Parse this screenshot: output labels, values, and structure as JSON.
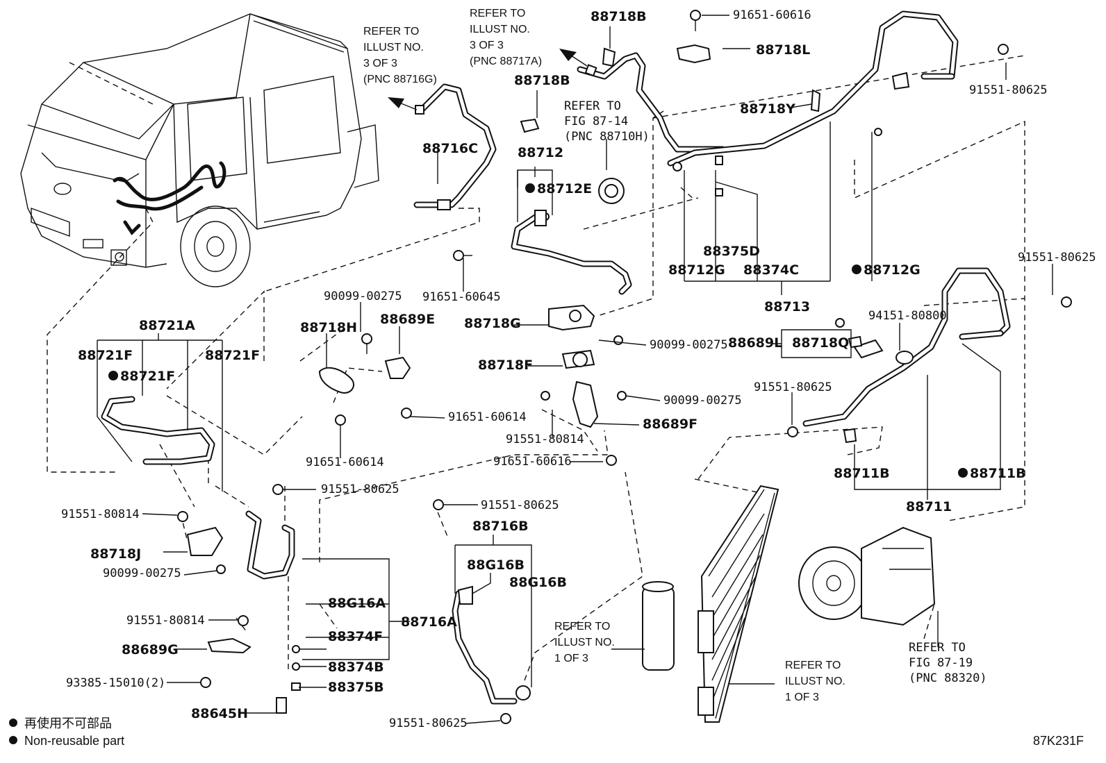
{
  "diagram_code": "87K231F",
  "legend": {
    "jp": "再使用不可部品",
    "en": "Non-reusable part"
  },
  "refs": {
    "r1": [
      "REFER TO",
      "ILLUST NO.",
      "3 OF 3",
      "(PNC 88716G)"
    ],
    "r2": [
      "REFER TO",
      "ILLUST NO.",
      "3 OF 3",
      "(PNC 88717A)"
    ],
    "r3": [
      "REFER TO",
      "FIG 87-14",
      "(PNC 88710H)"
    ],
    "r4": [
      "REFER TO",
      "ILLUST NO.",
      "1 OF 3"
    ],
    "r5": [
      "REFER TO",
      "ILLUST NO.",
      "1 OF 3"
    ],
    "r6": [
      "REFER TO",
      "FIG 87-19",
      "(PNC 88320)"
    ]
  },
  "parts": {
    "p88718B_1": "88718B",
    "p91651_60616_a": "91651-60616",
    "p88718L": "88718L",
    "p91551_80625_a": "91551-80625",
    "p88718Y": "88718Y",
    "p88718B_2": "88718B",
    "p88716C": "88716C",
    "p88712": "88712",
    "p88712E": "88712E",
    "p88375D": "88375D",
    "p88712G_a": "88712G",
    "p88374C": "88374C",
    "p88712G_b": "88712G",
    "p88713": "88713",
    "p91651_60645": "91651-60645",
    "p88721A": "88721A",
    "p88721F_a": "88721F",
    "p88721F_b": "88721F",
    "p88721F_c": "88721F",
    "p90099_00275_a": "90099-00275",
    "p88718H": "88718H",
    "p88689E": "88689E",
    "p88718G": "88718G",
    "p90099_00275_b": "90099-00275",
    "p94151_80800": "94151-80800",
    "p91551_80625_b": "91551-80625",
    "p88689L": "88689L",
    "p88718Q": "88718Q",
    "p88718F": "88718F",
    "p90099_00275_c": "90099-00275",
    "p91651_60614_a": "91651-60614",
    "p88689F": "88689F",
    "p91551_80814_a": "91551-80814",
    "p91651_60614_b": "91651-60614",
    "p91651_60616_b": "91651-60616",
    "p91551_80625_c": "91551-80625",
    "p88711B_a": "88711B",
    "p88711B_b": "88711B",
    "p88711": "88711",
    "p91551_80625_d": "91551-80625",
    "p91551_80625_e": "91551-80625",
    "p91551_80814_b": "91551-80814",
    "p88716B": "88716B",
    "p88G16B_a": "88G16B",
    "p88G16B_b": "88G16B",
    "p88718J": "88718J",
    "p90099_00275_d": "90099-00275",
    "p88G16A": "88G16A",
    "p88374F": "88374F",
    "p88716A": "88716A",
    "p91551_80814_c": "91551-80814",
    "p88689G": "88689G",
    "p88374B": "88374B",
    "p93385_15010": "93385-15010(2)",
    "p88375B": "88375B",
    "p88645H": "88645H",
    "p91551_80625_f": "91551-80625"
  }
}
